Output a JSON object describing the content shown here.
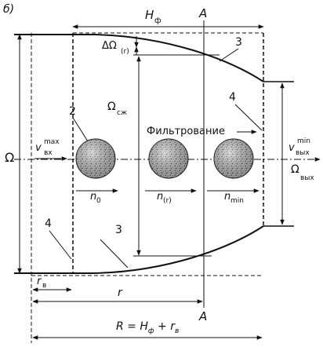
{
  "labels": {
    "panel": "б)",
    "h_main": "H",
    "h_sub": "ф",
    "section_top": "A",
    "section_bottom": "A",
    "omega": "Ω",
    "omega_sjat": "Ω",
    "omega_sjat_sub": "сж",
    "delta_omega": "ΔΩ",
    "delta_omega_sub": "(r)",
    "omega_out": "Ω",
    "omega_out_sub": "вых",
    "v_in": "v",
    "v_in_sup": "max",
    "v_in_sub": "вх",
    "v_out": "v",
    "v_out_sup": "min",
    "v_out_sub": "вых",
    "filtration": "Фильтрование",
    "n0": "n",
    "n0_sub": "0",
    "nr": "n",
    "nr_sub": "(r)",
    "nmin": "n",
    "nmin_sub": "min",
    "r_v": "r",
    "r_v_sub": "в",
    "r": "r",
    "formula_lhs": "R = H",
    "formula_sub1": "ф",
    "formula_mid": " + r",
    "formula_sub2": "в",
    "num_2": "2",
    "num_3_top": "3",
    "num_3_bottom": "3",
    "num_4_left": "4",
    "num_4_right": "4"
  },
  "icons": {
    "particle": "granular-particle-icon",
    "arrow": "arrowhead-icon"
  },
  "colors": {
    "ink": "#111111",
    "particle_fill": "#9a9a9a",
    "background": "#ffffff"
  }
}
